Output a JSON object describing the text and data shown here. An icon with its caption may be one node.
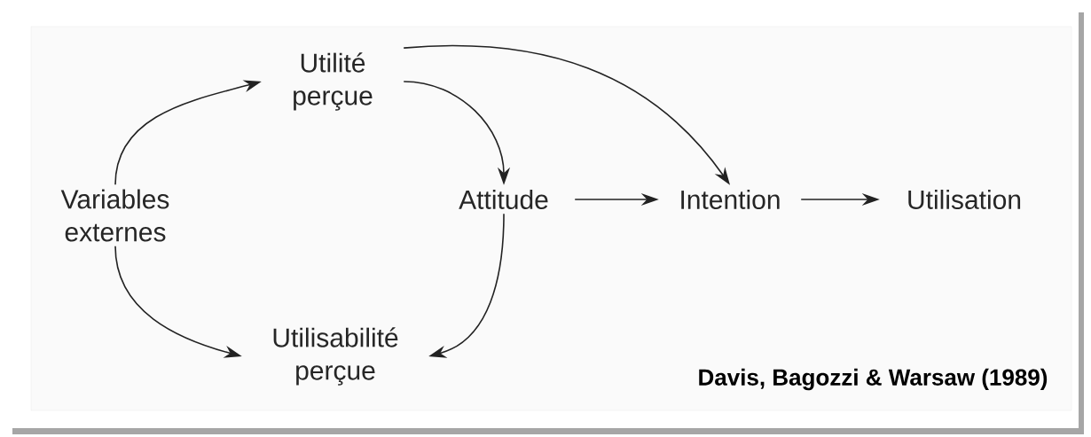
{
  "diagram": {
    "nodes": [
      {
        "text": [
          "Variables externes"
        ]
      },
      {
        "text": [
          "Utilité perçue"
        ]
      },
      {
        "text": [
          "Attitude"
        ]
      },
      {
        "text": [
          "Intention"
        ]
      },
      {
        "text": [
          "Utilisation"
        ]
      },
      {
        "text": [
          "Utilisabilité perçue"
        ]
      }
    ],
    "edges": [
      {
        "from": 0,
        "to": 1,
        "arrow": "to"
      },
      {
        "from": 0,
        "to": 5,
        "arrow": "to"
      },
      {
        "from": 1,
        "to": 2,
        "arrow": "to"
      },
      {
        "from": 1,
        "to": 3,
        "arrow": "to"
      },
      {
        "from": 2,
        "to": 3,
        "arrow": "to"
      },
      {
        "from": 3,
        "to": 4,
        "arrow": "to"
      },
      {
        "from": 2,
        "to": 5,
        "arrow": "to"
      }
    ],
    "labels": [
      "Davis, Bagozzi & Warsaw (1989)"
    ]
  }
}
